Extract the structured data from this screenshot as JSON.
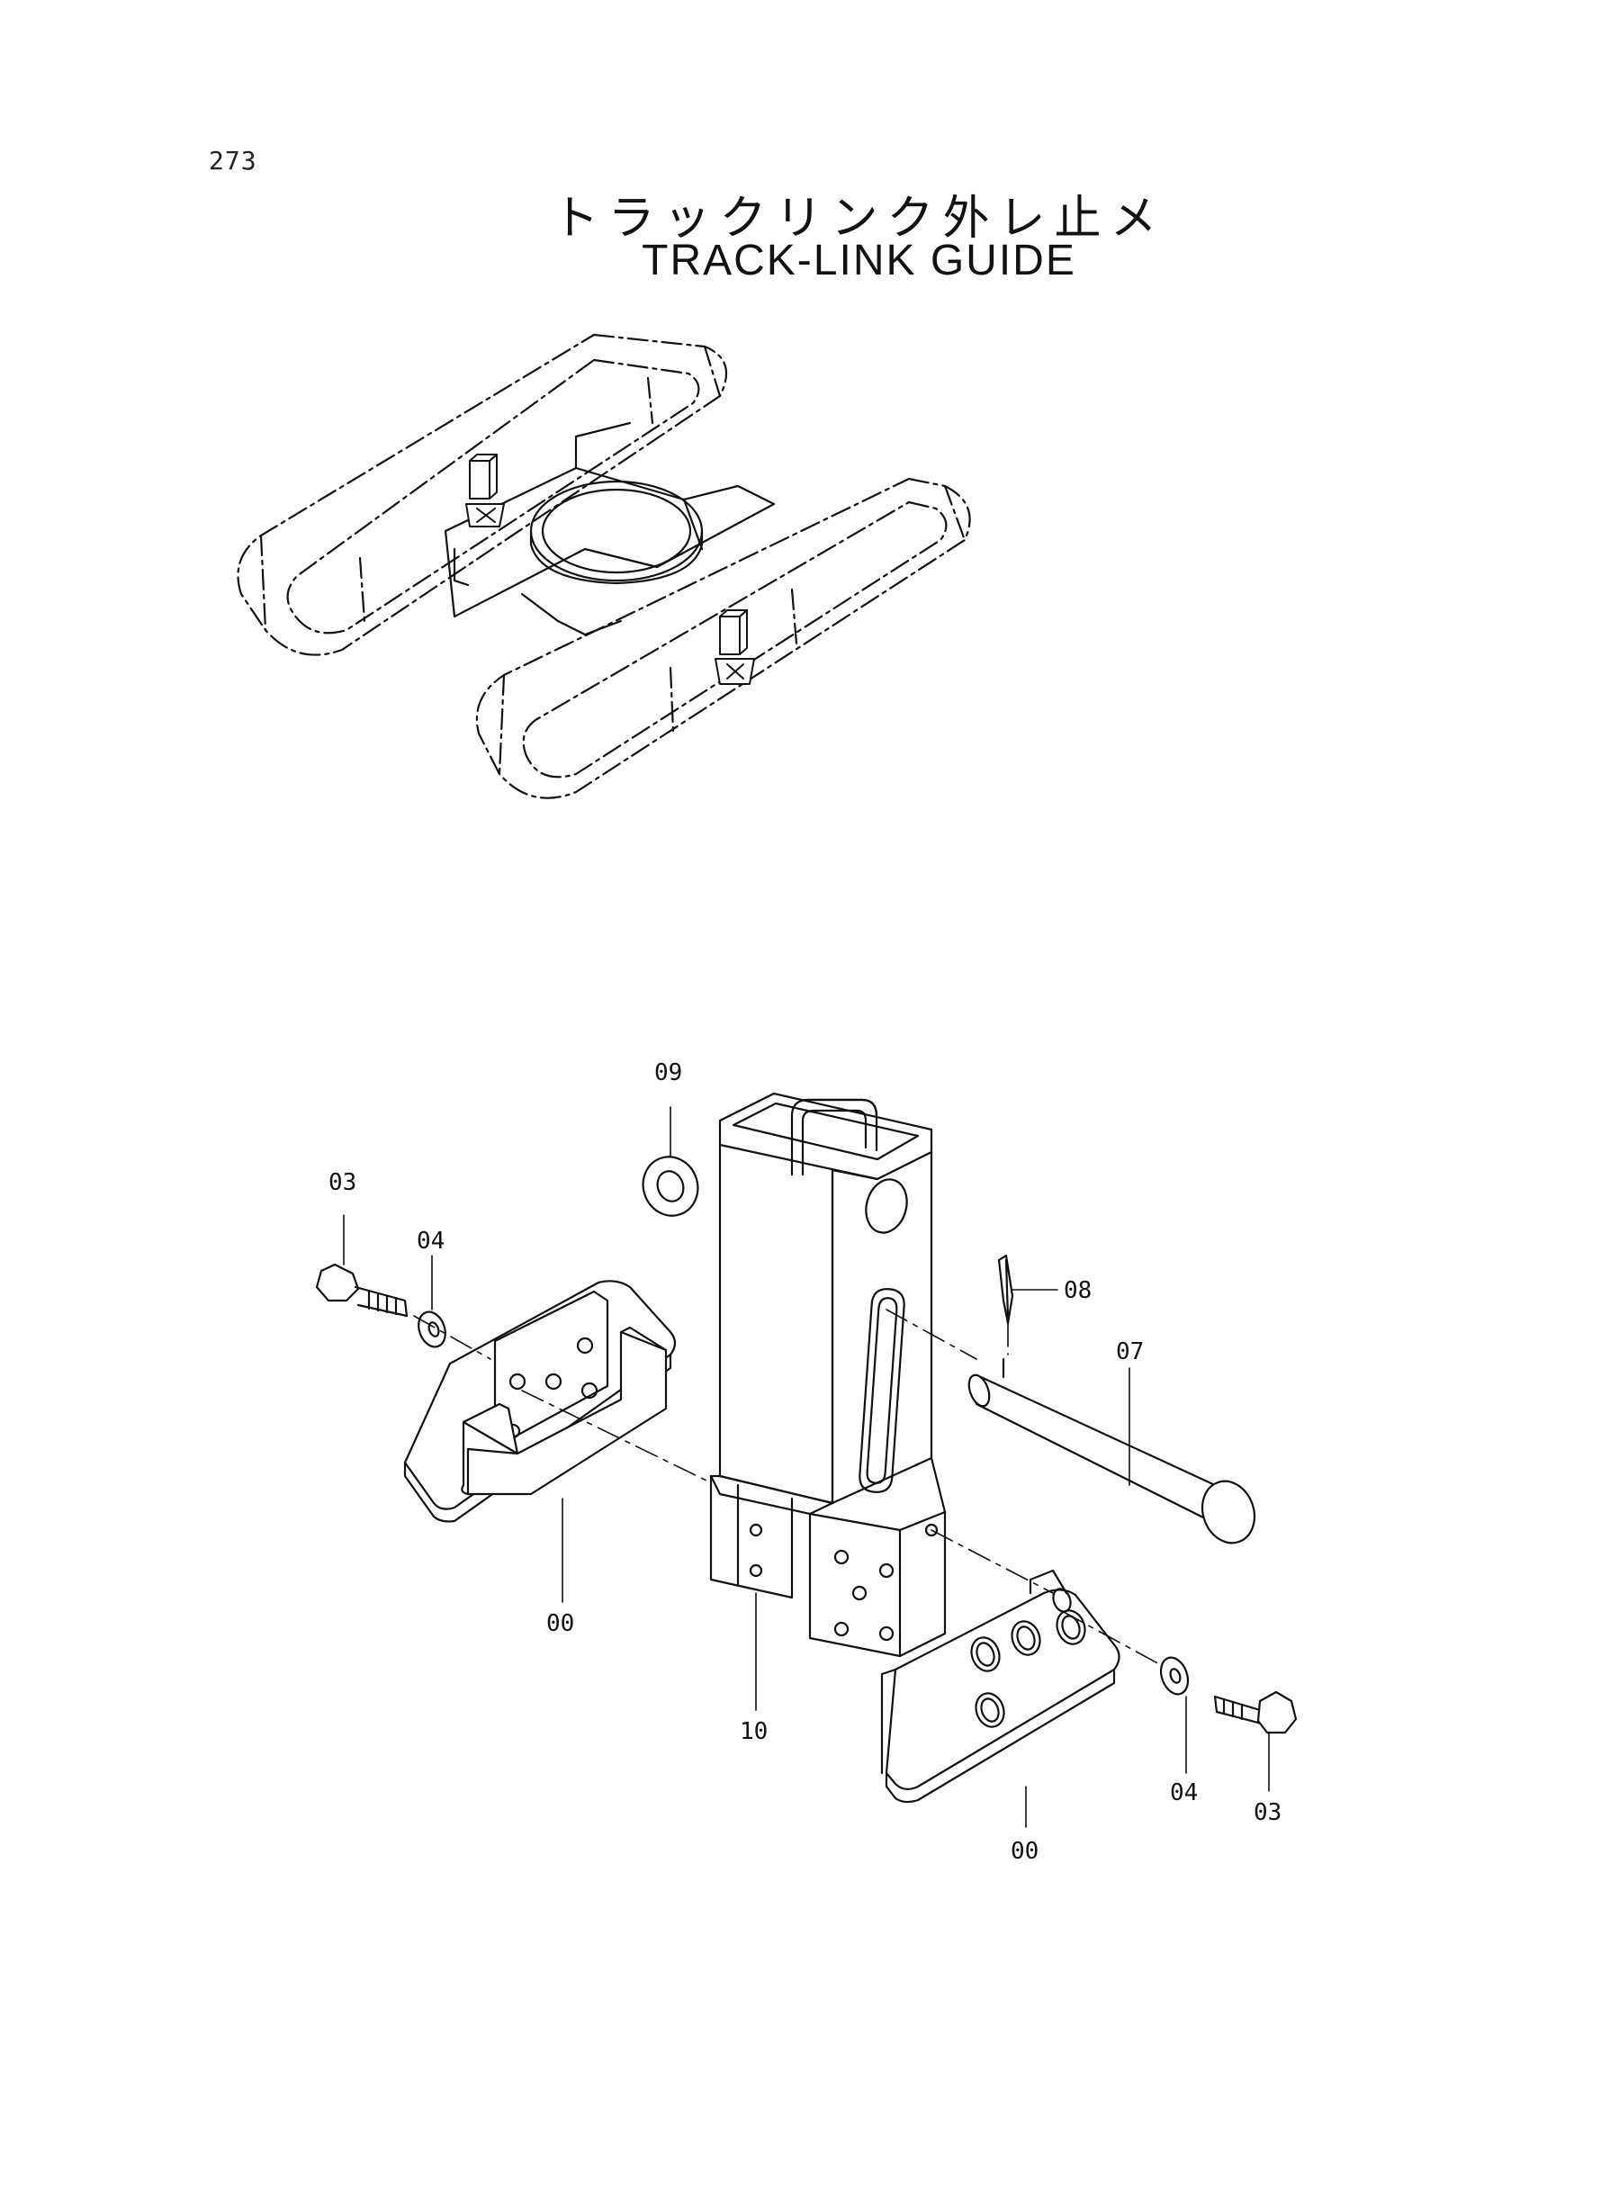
{
  "page": {
    "number": "273",
    "title_jp": "トラックリンク外レ止メ",
    "title_en": "TRACK-LINK GUIDE"
  },
  "callouts": {
    "c09": "09",
    "c03_left": "03",
    "c04_left": "04",
    "c08": "08",
    "c07": "07",
    "c00_left": "00",
    "c10": "10",
    "c00_right": "00",
    "c04_right": "04",
    "c03_right": "03"
  },
  "colors": {
    "line": "#111111",
    "paper": "#ffffff"
  }
}
